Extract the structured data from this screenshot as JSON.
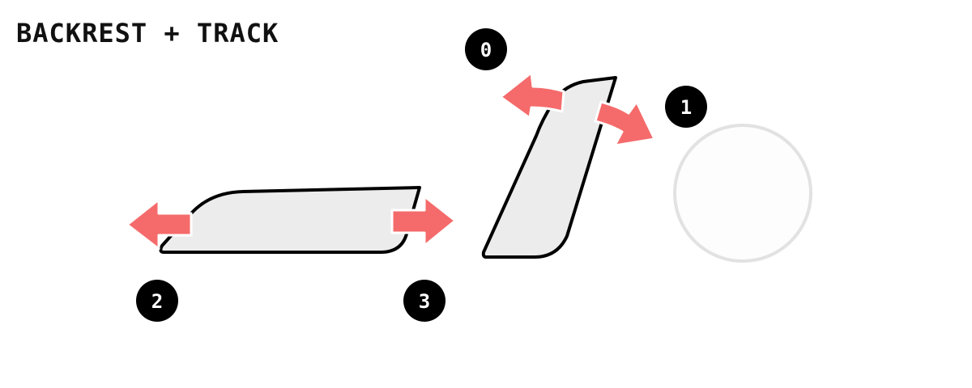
{
  "title": "BACKREST + TRACK",
  "colors": {
    "arrow": "#f56b6b",
    "part_fill": "#ececec",
    "part_stroke": "#000000",
    "badge_fill": "#000000",
    "badge_text": "#ffffff",
    "placeholder_stroke": "#e2e2e2",
    "placeholder_fill": "#fdfdfd"
  },
  "badges": [
    {
      "id": "0",
      "label": "0"
    },
    {
      "id": "1",
      "label": "1"
    },
    {
      "id": "2",
      "label": "2"
    },
    {
      "id": "3",
      "label": "3"
    }
  ],
  "parts": {
    "track": "track-part",
    "backrest": "backrest-part",
    "placeholder": "empty-circle"
  }
}
